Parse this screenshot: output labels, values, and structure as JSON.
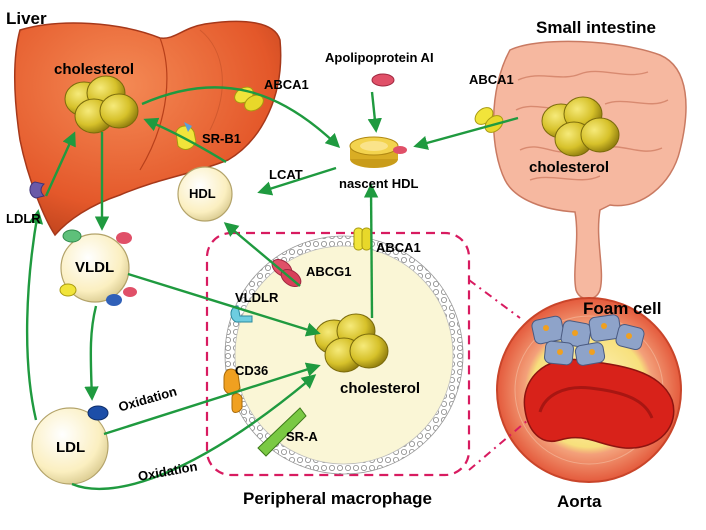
{
  "labels": {
    "liver": "Liver",
    "small_intestine": "Small intestine",
    "apolipoprotein": "Apolipoprotein AI",
    "cholesterol_liver": "cholesterol",
    "cholesterol_intestine": "cholesterol",
    "cholesterol_macrophage": "cholesterol",
    "abca1_liver": "ABCA1",
    "abca1_intestine": "ABCA1",
    "abca1_macrophage": "ABCA1",
    "srb1": "SR-B1",
    "lcat": "LCAT",
    "nascent_hdl": "nascent HDL",
    "hdl": "HDL",
    "ldlr": "LDLR",
    "vldl": "VLDL",
    "abcg1": "ABCG1",
    "vldlr": "VLDLR",
    "cd36": "CD36",
    "ldl": "LDL",
    "oxidation_1": "Oxidation",
    "oxidation_2": "Oxidation",
    "sra": "SR-A",
    "foam_cell": "Foam cell",
    "peripheral_macrophage": "Peripheral macrophage",
    "aorta": "Aorta"
  },
  "colors": {
    "arrow": "#1f9a3f",
    "liver": "#e8622e",
    "intestine": "#f2b29a",
    "cholesterol": "#d8c22a",
    "lipoprotein": "#fdf3c4",
    "dashed_box": "#d81b60",
    "macrophage": "#f8f3cc",
    "aorta_wall": "#f07b5a",
    "rbc": "#d8221a",
    "foam_cells": "#8ea3c9"
  }
}
